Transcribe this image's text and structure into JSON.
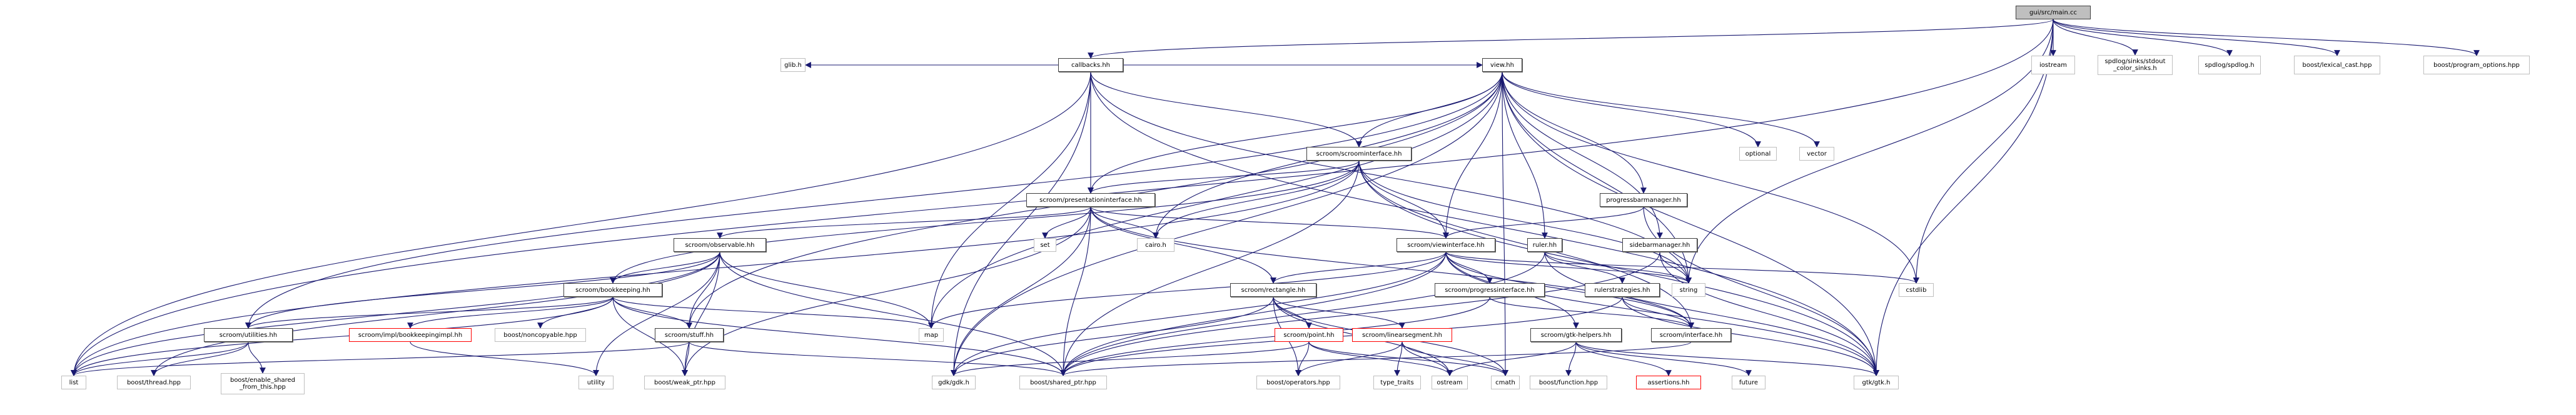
{
  "title": "gui/src/main.cc",
  "colors": {
    "edge": "#191970",
    "node_border_local": "#404040",
    "node_border_system": "#bfbfbf",
    "node_border_missing": "#ff0000",
    "root_fill": "#bfbfbf"
  },
  "nodes": [
    {
      "id": "main",
      "label": "gui/src/main.cc",
      "kind": "root"
    },
    {
      "id": "callbacks",
      "label": "callbacks.hh",
      "kind": "doc"
    },
    {
      "id": "iostream",
      "label": "iostream",
      "kind": "sys"
    },
    {
      "id": "spdlogsinks",
      "label": "spdlog/sinks/stdout\n_color_sinks.h",
      "kind": "sys"
    },
    {
      "id": "spdlog",
      "label": "spdlog/spdlog.h",
      "kind": "sys"
    },
    {
      "id": "lexcast",
      "label": "boost/lexical_cast.hpp",
      "kind": "sys"
    },
    {
      "id": "progopts",
      "label": "boost/program_options.hpp",
      "kind": "sys"
    },
    {
      "id": "glib",
      "label": "glib.h",
      "kind": "sys"
    },
    {
      "id": "view",
      "label": "view.hh",
      "kind": "doc"
    },
    {
      "id": "scroomif",
      "label": "scroom/scroominterface.hh",
      "kind": "doc"
    },
    {
      "id": "optional",
      "label": "optional",
      "kind": "sys"
    },
    {
      "id": "vector",
      "label": "vector",
      "kind": "sys"
    },
    {
      "id": "presif",
      "label": "scroom/presentationinterface.hh",
      "kind": "doc"
    },
    {
      "id": "pbm",
      "label": "progressbarmanager.hh",
      "kind": "doc"
    },
    {
      "id": "observable",
      "label": "scroom/observable.hh",
      "kind": "doc"
    },
    {
      "id": "set",
      "label": "set",
      "kind": "sys"
    },
    {
      "id": "cairo",
      "label": "cairo.h",
      "kind": "sys"
    },
    {
      "id": "viewif",
      "label": "scroom/viewinterface.hh",
      "kind": "doc"
    },
    {
      "id": "ruler",
      "label": "ruler.hh",
      "kind": "doc"
    },
    {
      "id": "sidebar",
      "label": "sidebarmanager.hh",
      "kind": "doc"
    },
    {
      "id": "bookkeeping",
      "label": "scroom/bookkeeping.hh",
      "kind": "doc"
    },
    {
      "id": "rectangle",
      "label": "scroom/rectangle.hh",
      "kind": "doc"
    },
    {
      "id": "progressif",
      "label": "scroom/progressinterface.hh",
      "kind": "doc"
    },
    {
      "id": "rulerstrat",
      "label": "rulerstrategies.hh",
      "kind": "doc"
    },
    {
      "id": "string",
      "label": "string",
      "kind": "sys"
    },
    {
      "id": "cstdlib",
      "label": "cstdlib",
      "kind": "sys"
    },
    {
      "id": "map",
      "label": "map",
      "kind": "sys"
    },
    {
      "id": "utilities",
      "label": "scroom/utilities.hh",
      "kind": "doc"
    },
    {
      "id": "bkimpl",
      "label": "scroom/impl/bookkeepingimpl.hh",
      "kind": "red"
    },
    {
      "id": "noncopyable",
      "label": "boost/noncopyable.hpp",
      "kind": "sys"
    },
    {
      "id": "stuff",
      "label": "scroom/stuff.hh",
      "kind": "doc"
    },
    {
      "id": "point",
      "label": "scroom/point.hh",
      "kind": "red"
    },
    {
      "id": "linseg",
      "label": "scroom/linearsegment.hh",
      "kind": "red"
    },
    {
      "id": "gtkhelpers",
      "label": "scroom/gtk-helpers.hh",
      "kind": "doc"
    },
    {
      "id": "interface",
      "label": "scroom/interface.hh",
      "kind": "doc"
    },
    {
      "id": "list",
      "label": "list",
      "kind": "sys"
    },
    {
      "id": "thread",
      "label": "boost/thread.hpp",
      "kind": "sys"
    },
    {
      "id": "enableshared",
      "label": "boost/enable_shared\n_from_this.hpp",
      "kind": "sys"
    },
    {
      "id": "utility",
      "label": "utility",
      "kind": "sys"
    },
    {
      "id": "weakptr",
      "label": "boost/weak_ptr.hpp",
      "kind": "sys"
    },
    {
      "id": "gdk",
      "label": "gdk/gdk.h",
      "kind": "sys"
    },
    {
      "id": "sharedptr",
      "label": "boost/shared_ptr.hpp",
      "kind": "sys"
    },
    {
      "id": "operators",
      "label": "boost/operators.hpp",
      "kind": "sys"
    },
    {
      "id": "typetraits",
      "label": "type_traits",
      "kind": "sys"
    },
    {
      "id": "ostream",
      "label": "ostream",
      "kind": "sys"
    },
    {
      "id": "cmath",
      "label": "cmath",
      "kind": "sys"
    },
    {
      "id": "function",
      "label": "boost/function.hpp",
      "kind": "sys"
    },
    {
      "id": "assertions",
      "label": "assertions.hh",
      "kind": "red"
    },
    {
      "id": "future",
      "label": "future",
      "kind": "sys"
    },
    {
      "id": "gtk",
      "label": "gtk/gtk.h",
      "kind": "sys"
    }
  ],
  "edges": [
    [
      "main",
      "callbacks"
    ],
    [
      "main",
      "iostream"
    ],
    [
      "main",
      "spdlogsinks"
    ],
    [
      "main",
      "spdlog"
    ],
    [
      "main",
      "lexcast"
    ],
    [
      "main",
      "progopts"
    ],
    [
      "main",
      "list"
    ],
    [
      "main",
      "string"
    ],
    [
      "main",
      "cstdlib"
    ],
    [
      "main",
      "gtk"
    ],
    [
      "callbacks",
      "glib"
    ],
    [
      "callbacks",
      "view"
    ],
    [
      "callbacks",
      "list"
    ],
    [
      "callbacks",
      "map"
    ],
    [
      "callbacks",
      "gdk"
    ],
    [
      "callbacks",
      "presif"
    ],
    [
      "callbacks",
      "scroomif"
    ],
    [
      "callbacks",
      "string"
    ],
    [
      "callbacks",
      "gtk"
    ],
    [
      "view",
      "scroomif"
    ],
    [
      "view",
      "optional"
    ],
    [
      "view",
      "vector"
    ],
    [
      "view",
      "presif"
    ],
    [
      "view",
      "pbm"
    ],
    [
      "view",
      "viewif"
    ],
    [
      "view",
      "ruler"
    ],
    [
      "view",
      "sidebar"
    ],
    [
      "view",
      "cairo"
    ],
    [
      "view",
      "map"
    ],
    [
      "view",
      "gdk"
    ],
    [
      "view",
      "utilities"
    ],
    [
      "view",
      "stuff"
    ],
    [
      "view",
      "string"
    ],
    [
      "view",
      "cstdlib"
    ],
    [
      "view",
      "gtk"
    ],
    [
      "view",
      "cmath"
    ],
    [
      "scroomif",
      "presif"
    ],
    [
      "scroomif",
      "viewif"
    ],
    [
      "scroomif",
      "bookkeeping"
    ],
    [
      "scroomif",
      "list"
    ],
    [
      "scroomif",
      "sharedptr"
    ],
    [
      "scroomif",
      "interface"
    ],
    [
      "scroomif",
      "string"
    ],
    [
      "scroomif",
      "gtk"
    ],
    [
      "scroomif",
      "cairo"
    ],
    [
      "presif",
      "observable"
    ],
    [
      "presif",
      "set"
    ],
    [
      "presif",
      "cairo"
    ],
    [
      "presif",
      "viewif"
    ],
    [
      "presif",
      "rectangle"
    ],
    [
      "presif",
      "gdk"
    ],
    [
      "presif",
      "sharedptr"
    ],
    [
      "presif",
      "weakptr"
    ],
    [
      "presif",
      "interface"
    ],
    [
      "pbm",
      "viewif"
    ],
    [
      "pbm",
      "gtk"
    ],
    [
      "observable",
      "bookkeeping"
    ],
    [
      "observable",
      "list"
    ],
    [
      "observable",
      "map"
    ],
    [
      "observable",
      "utilities"
    ],
    [
      "observable",
      "stuff"
    ],
    [
      "observable",
      "weakptr"
    ],
    [
      "observable",
      "sharedptr"
    ],
    [
      "observable",
      "thread"
    ],
    [
      "observable",
      "utility"
    ],
    [
      "viewif",
      "progressif"
    ],
    [
      "viewif",
      "rectangle"
    ],
    [
      "viewif",
      "gtkhelpers"
    ],
    [
      "viewif",
      "interface"
    ],
    [
      "viewif",
      "sharedptr"
    ],
    [
      "viewif",
      "gdk"
    ],
    [
      "viewif",
      "string"
    ],
    [
      "viewif",
      "gtk"
    ],
    [
      "viewif",
      "cstdlib"
    ],
    [
      "viewif",
      "map"
    ],
    [
      "ruler",
      "rulerstrat"
    ],
    [
      "ruler",
      "string"
    ],
    [
      "ruler",
      "gtk"
    ],
    [
      "ruler",
      "sharedptr"
    ],
    [
      "sidebar",
      "string"
    ],
    [
      "sidebar",
      "gtk"
    ],
    [
      "sidebar",
      "sharedptr"
    ],
    [
      "bookkeeping",
      "utilities"
    ],
    [
      "bookkeeping",
      "bkimpl"
    ],
    [
      "bookkeeping",
      "noncopyable"
    ],
    [
      "bookkeeping",
      "stuff"
    ],
    [
      "bookkeeping",
      "map"
    ],
    [
      "bookkeeping",
      "list"
    ],
    [
      "bookkeeping",
      "weakptr"
    ],
    [
      "bookkeeping",
      "sharedptr"
    ],
    [
      "rectangle",
      "point"
    ],
    [
      "rectangle",
      "linseg"
    ],
    [
      "rectangle",
      "operators"
    ],
    [
      "rectangle",
      "ostream"
    ],
    [
      "rectangle",
      "cmath"
    ],
    [
      "rectangle",
      "gdk"
    ],
    [
      "progressif",
      "interface"
    ],
    [
      "progressif",
      "sharedptr"
    ],
    [
      "rulerstrat",
      "interface"
    ],
    [
      "rulerstrat",
      "gtk"
    ],
    [
      "rulerstrat",
      "sharedptr"
    ],
    [
      "utilities",
      "thread"
    ],
    [
      "utilities",
      "enableshared"
    ],
    [
      "utilities",
      "list"
    ],
    [
      "bkimpl",
      "utility"
    ],
    [
      "stuff",
      "weakptr"
    ],
    [
      "stuff",
      "sharedptr"
    ],
    [
      "stuff",
      "list"
    ],
    [
      "point",
      "operators"
    ],
    [
      "point",
      "ostream"
    ],
    [
      "point",
      "cmath"
    ],
    [
      "point",
      "gdk"
    ],
    [
      "linseg",
      "operators"
    ],
    [
      "linseg",
      "typetraits"
    ],
    [
      "linseg",
      "ostream"
    ],
    [
      "linseg",
      "cmath"
    ],
    [
      "gtkhelpers",
      "function"
    ],
    [
      "gtkhelpers",
      "assertions"
    ],
    [
      "gtkhelpers",
      "future"
    ],
    [
      "gtkhelpers",
      "gtk"
    ],
    [
      "gtkhelpers",
      "ostream"
    ],
    [
      "interface",
      "sharedptr"
    ]
  ]
}
